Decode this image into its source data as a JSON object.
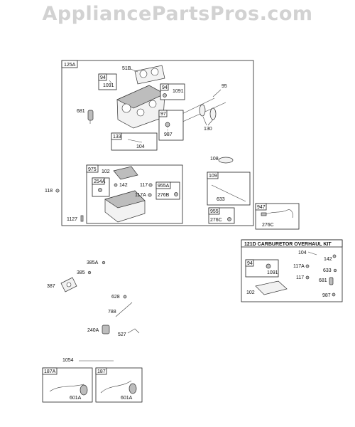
{
  "watermark": "AppliancePartsPros.com",
  "kit_title": "121D CARBURETOR OVERHAUL KIT",
  "labels": {
    "l125A": "125A",
    "l51B": "51B",
    "l95": "95",
    "l94a": "94",
    "l1091a": "1091",
    "l94b": "94",
    "l1091b": "1091",
    "l681a": "681",
    "l97": "97",
    "l987a": "987",
    "l130": "130",
    "l133": "133",
    "l104a": "104",
    "l108": "108",
    "l975": "975",
    "l102a": "102",
    "l117a": "117",
    "l955A": "955A",
    "l254A": "254A",
    "l142a": "142",
    "l117A_a": "117A",
    "l276B": "276B",
    "l109": "109",
    "l633a": "633",
    "l118": "118",
    "l1127": "1127",
    "l947": "947",
    "l955": "955",
    "l276C": "276C",
    "l276C2": "276C",
    "k104": "104",
    "k142": "142",
    "k94": "94",
    "k1091": "1091",
    "k117A": "117A",
    "k633": "633",
    "k117": "117",
    "k681": "681",
    "k102": "102",
    "k987": "987",
    "l385A": "385A",
    "l385": "385",
    "l387": "387",
    "l628": "628",
    "l788": "788",
    "l240A": "240A",
    "l527": "527",
    "l1054": "1054",
    "l187A": "187A",
    "l601A_a": "601A",
    "l187": "187",
    "l601A_b": "601A"
  }
}
